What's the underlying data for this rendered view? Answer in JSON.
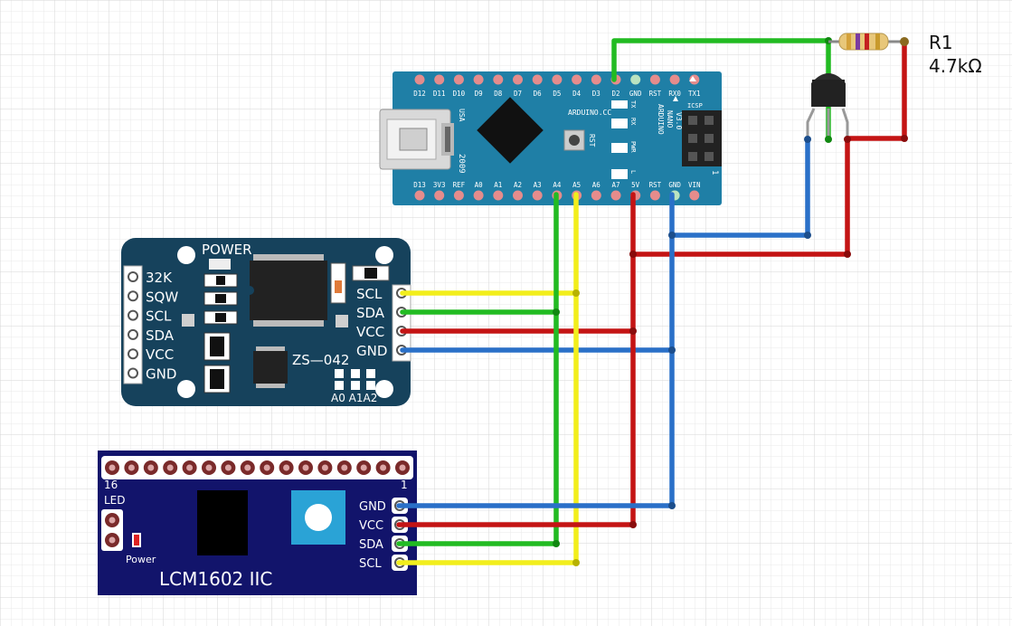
{
  "resistor": {
    "name": "R1",
    "value": "4.7kΩ"
  },
  "nano": {
    "top_pins": [
      "D12",
      "D11",
      "D10",
      "D9",
      "D8",
      "D7",
      "D6",
      "D5",
      "D4",
      "D3",
      "D2",
      "GND",
      "RST",
      "RX0",
      "TX1"
    ],
    "bottom_pins": [
      "D13",
      "3V3",
      "REF",
      "A0",
      "A1",
      "A2",
      "A3",
      "A4",
      "A5",
      "A6",
      "A7",
      "5V",
      "RST",
      "GND",
      "VIN"
    ],
    "brand": "ARDUINO.CC",
    "model_line1": "ARDUINO",
    "model_line2": "NANO",
    "model_line3": "V3.0",
    "year": "2009",
    "usa": "USA",
    "rst": "RST",
    "icsp": "ICSP",
    "led_tx": "TX",
    "led_rx": "RX",
    "led_pwr": "PWR",
    "led_l": "L",
    "icsp_num": "1"
  },
  "rtc": {
    "power_label": "POWER",
    "left_pins": [
      "32K",
      "SQW",
      "SCL",
      "SDA",
      "VCC",
      "GND"
    ],
    "right_pins": [
      "SCL",
      "SDA",
      "VCC",
      "GND"
    ],
    "model": "ZS—042",
    "addr_pins": "A0 A1A2"
  },
  "lcd": {
    "pin16": "16",
    "pin1": "1",
    "led_label": "LED",
    "power_label": "Power",
    "pins": [
      "GND",
      "VCC",
      "SDA",
      "SCL"
    ],
    "title": "LCM1602 IIC"
  },
  "colors": {
    "nano_board": "#1f7fa6",
    "rtc_board": "#16425c",
    "lcd_board": "#12146b",
    "wire_green": "#22bb22",
    "wire_yellow": "#f2ee1c",
    "wire_red": "#c41414",
    "wire_blue": "#2a70c8"
  }
}
